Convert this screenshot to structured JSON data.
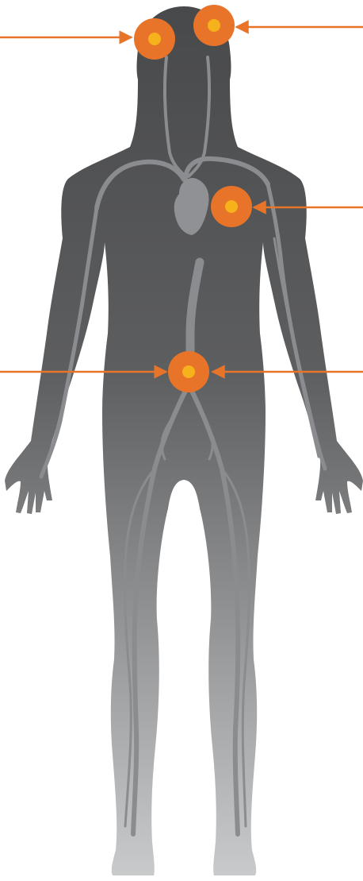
{
  "diagram": {
    "subject": "human-circulatory-system-silhouette",
    "colors": {
      "background": "#ffffff",
      "body_top": "#48494b",
      "body_bottom": "#c7c8c9",
      "vessel": "#8a8c8f",
      "heart": "#8f9194",
      "marker_outer": "#e8742a",
      "marker_inner": "#f6b21a",
      "arrow": "#e8742a"
    },
    "markers": [
      {
        "id": "head-left",
        "label": ""
      },
      {
        "id": "head-right",
        "label": ""
      },
      {
        "id": "heart",
        "label": ""
      },
      {
        "id": "abdomen",
        "label": ""
      }
    ],
    "arrows": [
      {
        "id": "arrow-head-left",
        "points_to": "head-left"
      },
      {
        "id": "arrow-head-right",
        "points_to": "head-right"
      },
      {
        "id": "arrow-heart",
        "points_to": "heart"
      },
      {
        "id": "arrow-abdomen-left",
        "points_to": "abdomen"
      },
      {
        "id": "arrow-abdomen-right",
        "points_to": "abdomen"
      }
    ]
  }
}
